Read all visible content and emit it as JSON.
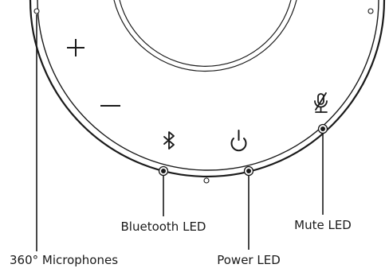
{
  "labels": {
    "bluetooth_led": "Bluetooth LED",
    "mute_led": "Mute LED",
    "microphones": "360° Microphones",
    "power_led": "Power LED"
  },
  "buttons": {
    "plus": "+",
    "minus": "–"
  },
  "icons": {
    "bluetooth": "bluetooth-icon",
    "power": "power-icon",
    "mute": "microphone-mute-icon"
  },
  "colors": {
    "line": "#1a1a1a",
    "background": "#ffffff"
  }
}
